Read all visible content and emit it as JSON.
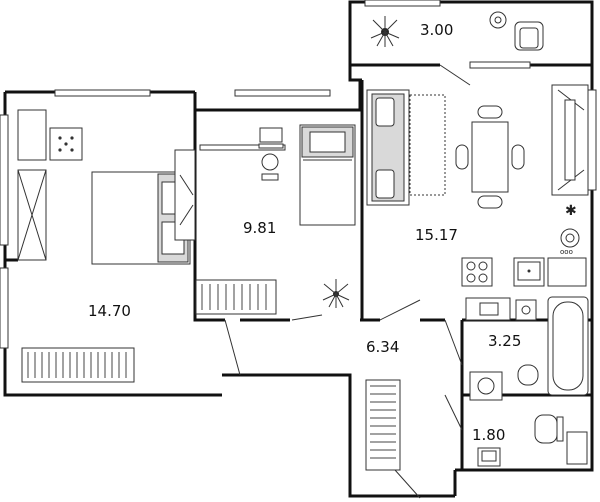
{
  "rooms": [
    {
      "id": "balcony",
      "area": "3.00"
    },
    {
      "id": "bedroom-large",
      "area": "14.70"
    },
    {
      "id": "bedroom-small",
      "area": "9.81"
    },
    {
      "id": "kitchen-living",
      "area": "15.17"
    },
    {
      "id": "hallway",
      "area": "6.34"
    },
    {
      "id": "bathroom",
      "area": "3.25"
    },
    {
      "id": "toilet",
      "area": "1.80"
    }
  ]
}
